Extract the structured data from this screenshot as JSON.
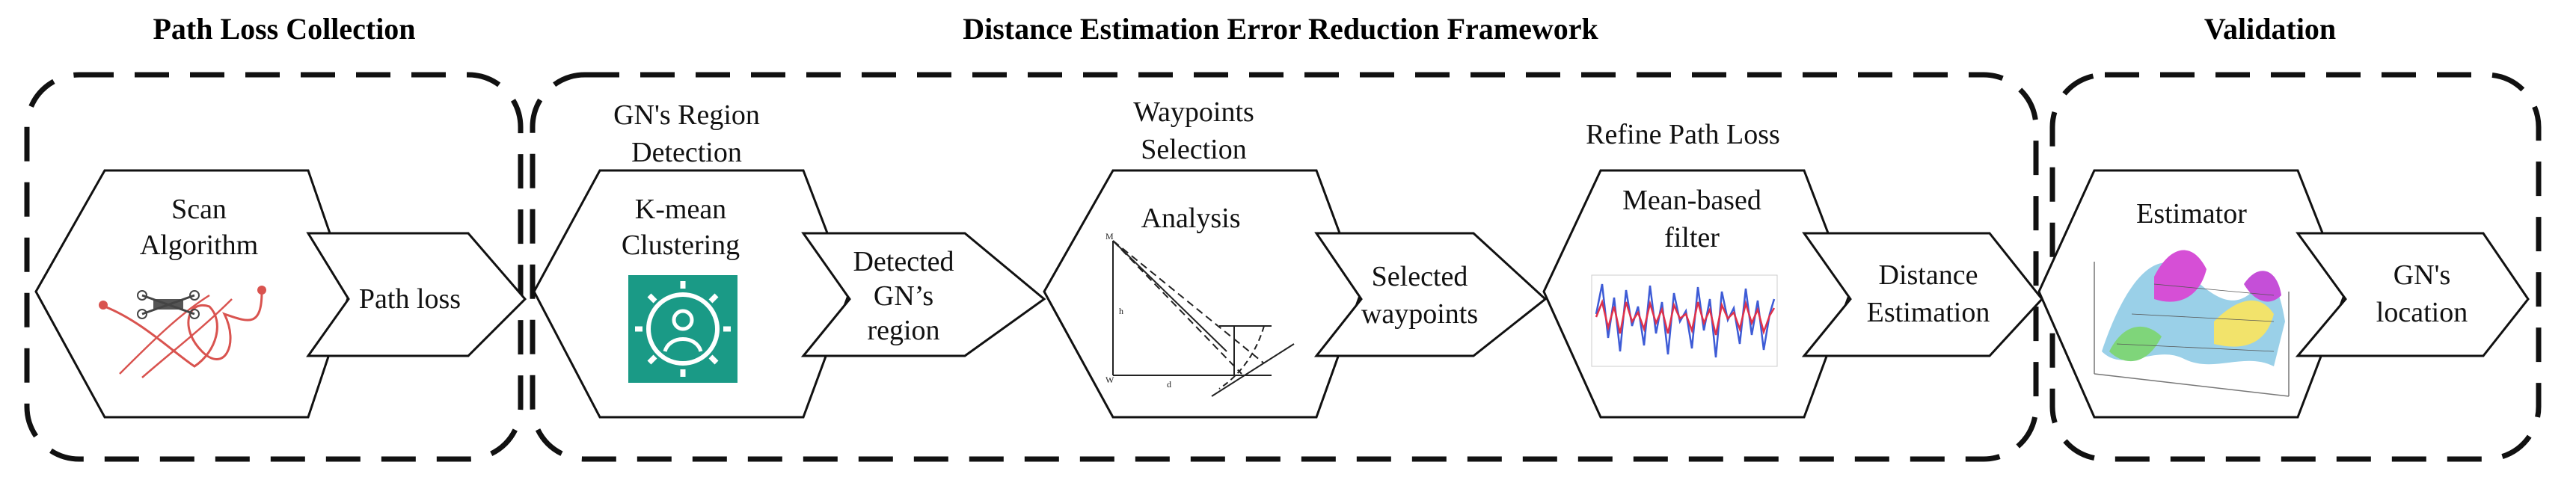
{
  "headers": {
    "collection": "Path Loss Collection",
    "framework": "Distance Estimation Error Reduction Framework",
    "validation": "Validation"
  },
  "stages": {
    "scan": {
      "line1": "Scan",
      "line2": "Algorithm"
    },
    "path_loss": "Path loss",
    "region_title": {
      "line1": "GN's Region",
      "line2": "Detection"
    },
    "kmean": {
      "line1": "K-mean",
      "line2": "Clustering"
    },
    "detected": {
      "line1": "Detected",
      "line2": "GN’s",
      "line3": "region"
    },
    "waypoints_title": {
      "line1": "Waypoints",
      "line2": "Selection"
    },
    "analysis": "Analysis",
    "selected": {
      "line1": "Selected",
      "line2": "waypoints"
    },
    "refine_title": "Refine Path Loss",
    "filter": {
      "line1": "Mean-based",
      "line2": "filter"
    },
    "distance": {
      "line1": "Distance",
      "line2": "Estimation"
    },
    "estimator": "Estimator",
    "gn_location": {
      "line1": "GN's",
      "line2": "location"
    }
  },
  "colors": {
    "teal": "#1a9a86",
    "scan_path": "#d9534f",
    "series_blue": "#3d5bd6",
    "series_red": "#e0314a"
  },
  "icons": {
    "kmean": "ai-gear-person-icon",
    "scan": "drone-scan-path-icon",
    "analysis": "geometry-diagram-icon",
    "filter": "noisy-signal-plot-icon",
    "estimator": "3d-surface-plot-icon"
  }
}
